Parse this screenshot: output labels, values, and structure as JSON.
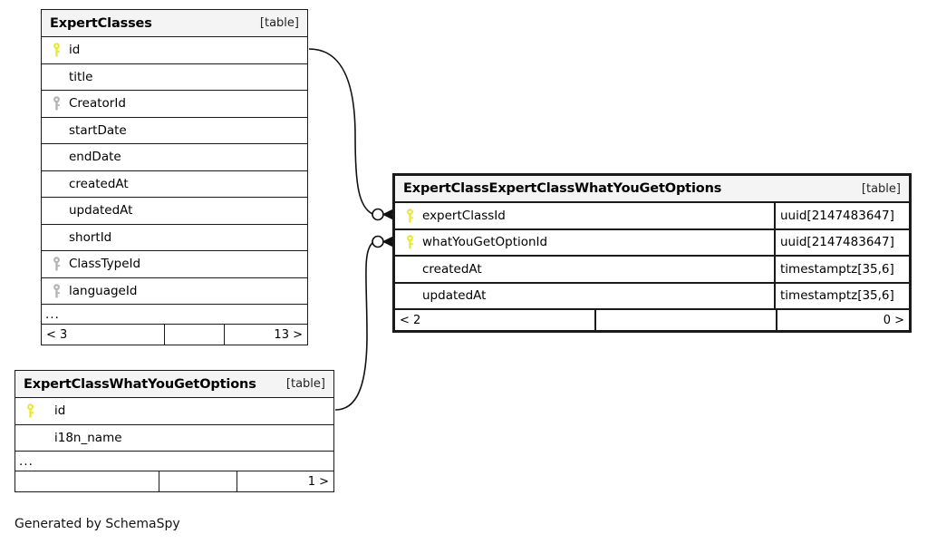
{
  "diagram": {
    "credit": "Generated by SchemaSpy",
    "table_kind_label": "[table]",
    "ellipsis": "...",
    "colors": {
      "primary_key_icon": "#e8e82e",
      "foreign_key_icon": "#b3b3b3",
      "header_band": "#f4f4f4",
      "border": "#1a1a1a",
      "background": "#ffffff"
    }
  },
  "tables": {
    "expert_classes": {
      "title": "ExpertClasses",
      "kind": "[table]",
      "columns": [
        {
          "name": "id",
          "key": "primary",
          "type": ""
        },
        {
          "name": "title",
          "key": "none",
          "type": ""
        },
        {
          "name": "CreatorId",
          "key": "foreign",
          "type": ""
        },
        {
          "name": "startDate",
          "key": "none",
          "type": ""
        },
        {
          "name": "endDate",
          "key": "none",
          "type": ""
        },
        {
          "name": "createdAt",
          "key": "none",
          "type": ""
        },
        {
          "name": "updatedAt",
          "key": "none",
          "type": ""
        },
        {
          "name": "shortId",
          "key": "none",
          "type": ""
        },
        {
          "name": "ClassTypeId",
          "key": "foreign",
          "type": ""
        },
        {
          "name": "languageId",
          "key": "foreign",
          "type": ""
        }
      ],
      "has_more_columns": true,
      "footer": {
        "left": "< 3",
        "mid": "",
        "right": "13 >"
      }
    },
    "join_table": {
      "title": "ExpertClassExpertClassWhatYouGetOptions",
      "kind": "[table]",
      "columns": [
        {
          "name": "expertClassId",
          "key": "primary",
          "type": "uuid[2147483647]"
        },
        {
          "name": "whatYouGetOptionId",
          "key": "primary",
          "type": "uuid[2147483647]"
        },
        {
          "name": "createdAt",
          "key": "none",
          "type": "timestamptz[35,6]"
        },
        {
          "name": "updatedAt",
          "key": "none",
          "type": "timestamptz[35,6]"
        }
      ],
      "has_more_columns": false,
      "footer": {
        "left": "< 2",
        "mid": "",
        "right": "0 >"
      }
    },
    "what_you_get_options": {
      "title": "ExpertClassWhatYouGetOptions",
      "kind": "[table]",
      "columns": [
        {
          "name": "id",
          "key": "primary",
          "type": ""
        },
        {
          "name": "i18n_name",
          "key": "none",
          "type": ""
        }
      ],
      "has_more_columns": true,
      "footer": {
        "left": "",
        "mid": "",
        "right": "1 >"
      }
    }
  },
  "relationships": [
    {
      "name": "expertclasses-id-to-expertclassid",
      "from_table": "ExpertClasses",
      "from_column": "id",
      "to_table": "ExpertClassExpertClassWhatYouGetOptions",
      "to_column": "expertClassId",
      "notation": "zero-or-many"
    },
    {
      "name": "whatyougetoptions-id-to-whatyougetoptionid",
      "from_table": "ExpertClassWhatYouGetOptions",
      "from_column": "id",
      "to_table": "ExpertClassExpertClassWhatYouGetOptions",
      "to_column": "whatYouGetOptionId",
      "notation": "zero-or-many"
    }
  ]
}
